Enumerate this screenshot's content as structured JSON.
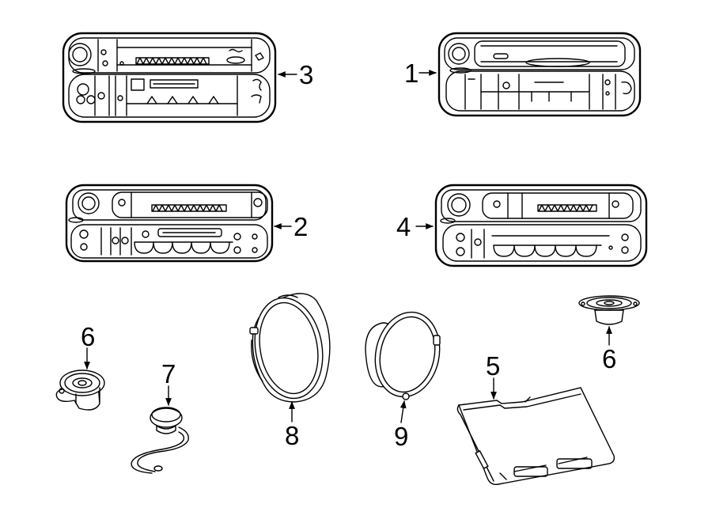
{
  "callouts": [
    {
      "id": "1",
      "text": "1"
    },
    {
      "id": "2",
      "text": "2"
    },
    {
      "id": "3",
      "text": "3"
    },
    {
      "id": "4",
      "text": "4"
    },
    {
      "id": "5",
      "text": "5"
    },
    {
      "id": "6a",
      "text": "6"
    },
    {
      "id": "6b",
      "text": "6"
    },
    {
      "id": "7",
      "text": "7"
    },
    {
      "id": "8",
      "text": "8"
    },
    {
      "id": "9",
      "text": "9"
    }
  ]
}
